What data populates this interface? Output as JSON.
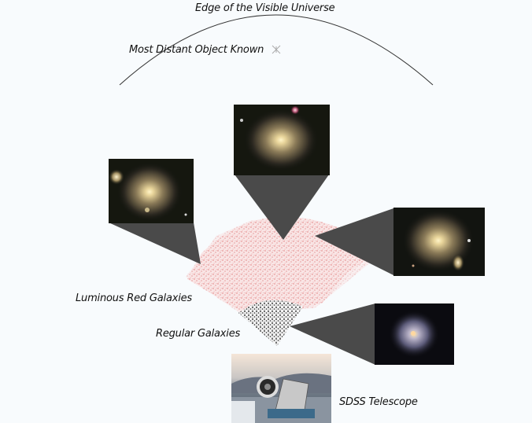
{
  "diagram": {
    "title_arc_label": "Edge of the Visible Universe",
    "distant_object_label": "Most Distant Object Known",
    "distant_object_icon": "star-sparkle",
    "lrg_label": "Luminous Red Galaxies",
    "regular_label": "Regular Galaxies",
    "telescope_label": "SDSS Telescope",
    "colors": {
      "background": "#f8fbfd",
      "arc": "#333333",
      "callout": "#4a4a4a",
      "lrg_dots": "#e07070",
      "regular_dots": "#111111"
    },
    "galaxy_images": [
      {
        "name": "lrg-galaxy-top",
        "type": "elliptical"
      },
      {
        "name": "lrg-galaxy-left",
        "type": "elliptical"
      },
      {
        "name": "lrg-galaxy-right",
        "type": "elliptical"
      },
      {
        "name": "regular-galaxy-spiral",
        "type": "spiral"
      }
    ]
  }
}
